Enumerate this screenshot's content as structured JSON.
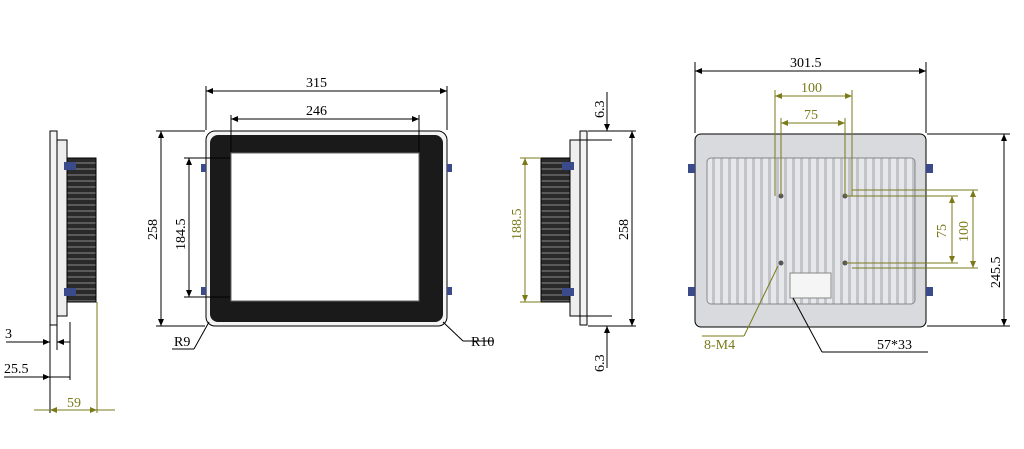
{
  "left_side_view": {
    "dim_front_thickness": "3",
    "dim_bezel_depth": "25.5",
    "dim_total_depth": "59"
  },
  "front_view": {
    "dim_overall_width": "315",
    "dim_display_width": "246",
    "dim_overall_height": "258",
    "dim_display_height": "184.5",
    "radius_left": "R9",
    "radius_right": "R10"
  },
  "right_side_view": {
    "dim_panel_height": "188.5",
    "dim_overall_height": "258",
    "dim_top_offset": "6.3",
    "dim_bottom_offset": "6.3"
  },
  "rear_view": {
    "dim_overall_width": "301.5",
    "dim_vesa_outer_width": "100",
    "dim_vesa_inner_width": "75",
    "dim_vesa_inner_height": "75",
    "dim_vesa_outer_height": "100",
    "dim_overall_height": "245.5",
    "label_mount_screws": "8-M4",
    "label_cutout": "57*33"
  },
  "colors": {
    "dimension_line": "#000000",
    "vesa_dimension": "#7a7a1a",
    "bezel": "#1a1a1a",
    "rear_panel": "#d8dade",
    "bracket": "#3b4a8a"
  }
}
